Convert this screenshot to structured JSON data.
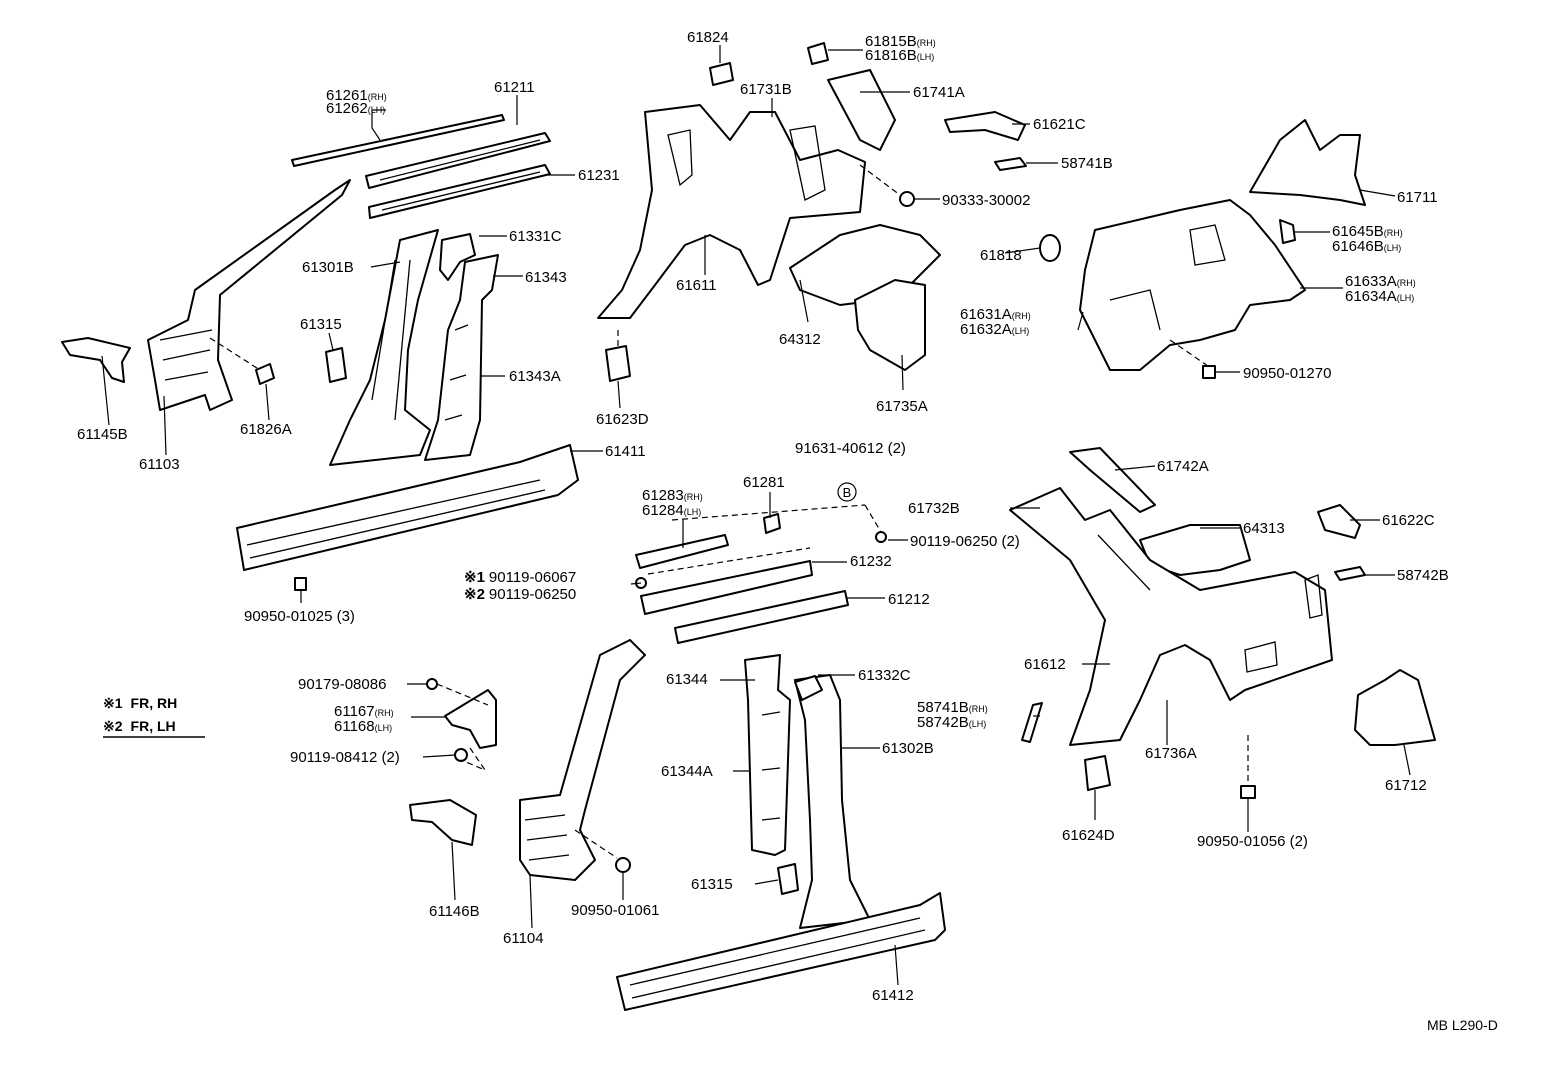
{
  "drawing_code": "MB L290-D",
  "legend": {
    "items": [
      {
        "mark": "※1",
        "text": "FR, RH"
      },
      {
        "mark": "※2",
        "text": "FR, LH"
      }
    ]
  },
  "ref_circle": "B",
  "labels": [
    {
      "id": "l61261",
      "text": "61261",
      "sub": "(RH)"
    },
    {
      "id": "l61262",
      "text": "61262",
      "sub": "(LH)"
    },
    {
      "id": "l61211",
      "text": "61211"
    },
    {
      "id": "l61231",
      "text": "61231"
    },
    {
      "id": "l61331c",
      "text": "61331C"
    },
    {
      "id": "l61301b",
      "text": "61301B"
    },
    {
      "id": "l61343",
      "text": "61343"
    },
    {
      "id": "l61315a",
      "text": "61315"
    },
    {
      "id": "l61343a",
      "text": "61343A"
    },
    {
      "id": "l61145b",
      "text": "61145B"
    },
    {
      "id": "l61103",
      "text": "61103"
    },
    {
      "id": "l61826a",
      "text": "61826A"
    },
    {
      "id": "l61411",
      "text": "61411"
    },
    {
      "id": "l90950_01025",
      "text": "90950-01025 (3)"
    },
    {
      "id": "l61824",
      "text": "61824"
    },
    {
      "id": "l61815b",
      "text": "61815B",
      "sub": "(RH)"
    },
    {
      "id": "l61816b",
      "text": "61816B",
      "sub": "(LH)"
    },
    {
      "id": "l61731b",
      "text": "61731B"
    },
    {
      "id": "l61741a",
      "text": "61741A"
    },
    {
      "id": "l61621c",
      "text": "61621C"
    },
    {
      "id": "l58741b_top",
      "text": "58741B"
    },
    {
      "id": "l90333",
      "text": "90333-30002"
    },
    {
      "id": "l61611",
      "text": "61611"
    },
    {
      "id": "l61818",
      "text": "61818"
    },
    {
      "id": "l64312",
      "text": "64312"
    },
    {
      "id": "l61735a",
      "text": "61735A"
    },
    {
      "id": "l61623d",
      "text": "61623D"
    },
    {
      "id": "l61711",
      "text": "61711"
    },
    {
      "id": "l61645b",
      "text": "61645B",
      "sub": "(RH)"
    },
    {
      "id": "l61646b",
      "text": "61646B",
      "sub": "(LH)"
    },
    {
      "id": "l61633a",
      "text": "61633A",
      "sub": "(RH)"
    },
    {
      "id": "l61634a",
      "text": "61634A",
      "sub": "(LH)"
    },
    {
      "id": "l61631a",
      "text": "61631A",
      "sub": "(RH)"
    },
    {
      "id": "l61632a",
      "text": "61632A",
      "sub": "(LH)"
    },
    {
      "id": "l90950_01270",
      "text": "90950-01270"
    },
    {
      "id": "l91631",
      "text": "91631-40612 (2)"
    },
    {
      "id": "l61283",
      "text": "61283",
      "sub": "(RH)"
    },
    {
      "id": "l61284",
      "text": "61284",
      "sub": "(LH)"
    },
    {
      "id": "l61281",
      "text": "61281"
    },
    {
      "id": "l90119_06250_2",
      "text": "90119-06250 (2)"
    },
    {
      "id": "l61232",
      "text": "61232"
    },
    {
      "id": "l90119_06067",
      "text": "90119-06067",
      "mark": "※1"
    },
    {
      "id": "l90119_06250",
      "text": "90119-06250",
      "mark": "※2"
    },
    {
      "id": "l61212",
      "text": "61212"
    },
    {
      "id": "l61742a",
      "text": "61742A"
    },
    {
      "id": "l61732b",
      "text": "61732B"
    },
    {
      "id": "l64313",
      "text": "64313"
    },
    {
      "id": "l61622c",
      "text": "61622C"
    },
    {
      "id": "l58742b_top",
      "text": "58742B"
    },
    {
      "id": "l61612",
      "text": "61612"
    },
    {
      "id": "l58741b_low",
      "text": "58741B",
      "sub": "(RH)"
    },
    {
      "id": "l58742b_low",
      "text": "58742B",
      "sub": "(LH)"
    },
    {
      "id": "l61736a",
      "text": "61736A"
    },
    {
      "id": "l61712",
      "text": "61712"
    },
    {
      "id": "l61624d",
      "text": "61624D"
    },
    {
      "id": "l90950_01056",
      "text": "90950-01056 (2)"
    },
    {
      "id": "l90179",
      "text": "90179-08086"
    },
    {
      "id": "l61167",
      "text": "61167",
      "sub": "(RH)"
    },
    {
      "id": "l61168",
      "text": "61168",
      "sub": "(LH)"
    },
    {
      "id": "l90119_08412",
      "text": "90119-08412 (2)"
    },
    {
      "id": "l61146b",
      "text": "61146B"
    },
    {
      "id": "l61104",
      "text": "61104"
    },
    {
      "id": "l90950_01061",
      "text": "90950-01061"
    },
    {
      "id": "l61344",
      "text": "61344"
    },
    {
      "id": "l61332c",
      "text": "61332C"
    },
    {
      "id": "l61344a",
      "text": "61344A"
    },
    {
      "id": "l61302b",
      "text": "61302B"
    },
    {
      "id": "l61315b",
      "text": "61315"
    },
    {
      "id": "l61412",
      "text": "61412"
    }
  ]
}
